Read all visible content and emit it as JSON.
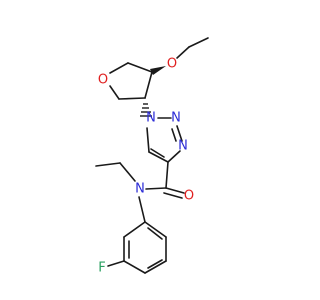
{
  "molecule": {
    "atoms": {
      "ring_oxygen": "O",
      "ether_oxygen": "O",
      "triazole_n1": "N",
      "triazole_n2": "N",
      "triazole_n3": "N",
      "carbonyl_oxygen": "O",
      "amide_nitrogen": "N",
      "fluorine": "F"
    },
    "colors": {
      "nitrogen": "#2b2bd6",
      "oxygen": "#e02020",
      "fluorine": "#2aa060",
      "bond": "#1a1a1a"
    }
  }
}
